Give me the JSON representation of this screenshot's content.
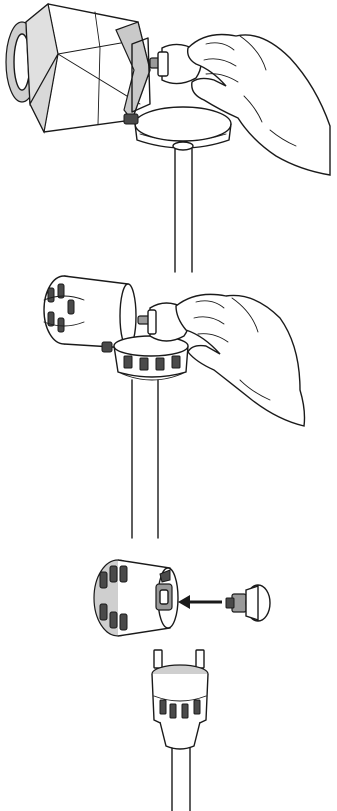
{
  "figure": {
    "steps": [
      {
        "id": "step-1"
      },
      {
        "id": "step-2"
      },
      {
        "id": "step-3"
      }
    ]
  }
}
